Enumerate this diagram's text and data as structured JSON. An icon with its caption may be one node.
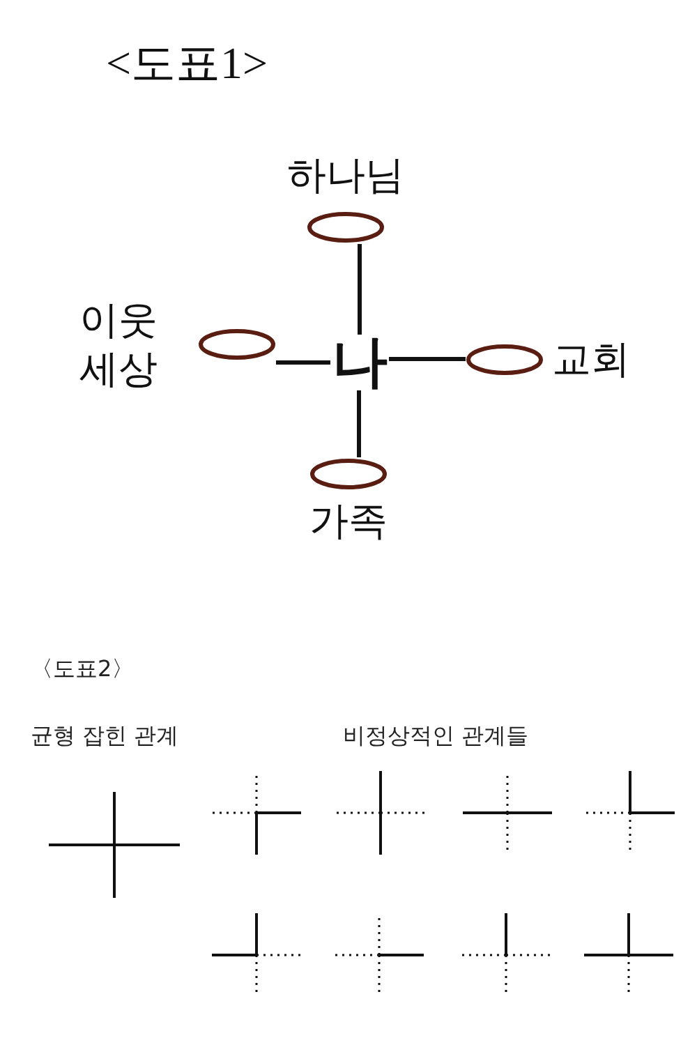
{
  "diagram": {
    "title": "<도표1>",
    "nodes": [
      {
        "text": [
          "나"
        ]
      },
      {
        "text": [
          "하나님"
        ]
      },
      {
        "text": [
          "이웃 세상"
        ]
      },
      {
        "text": [
          "교회"
        ]
      },
      {
        "text": [
          "가족"
        ]
      }
    ],
    "edges": [
      {
        "from": 0,
        "to": 1,
        "arrow": "none"
      },
      {
        "from": 0,
        "to": 2,
        "arrow": "none"
      },
      {
        "from": 0,
        "to": 3,
        "arrow": "none"
      },
      {
        "from": 0,
        "to": 4,
        "arrow": "none"
      }
    ],
    "labels": [
      "〈도표2〉",
      "균형 잡힌 관계",
      "비정상적인 관계들"
    ]
  }
}
